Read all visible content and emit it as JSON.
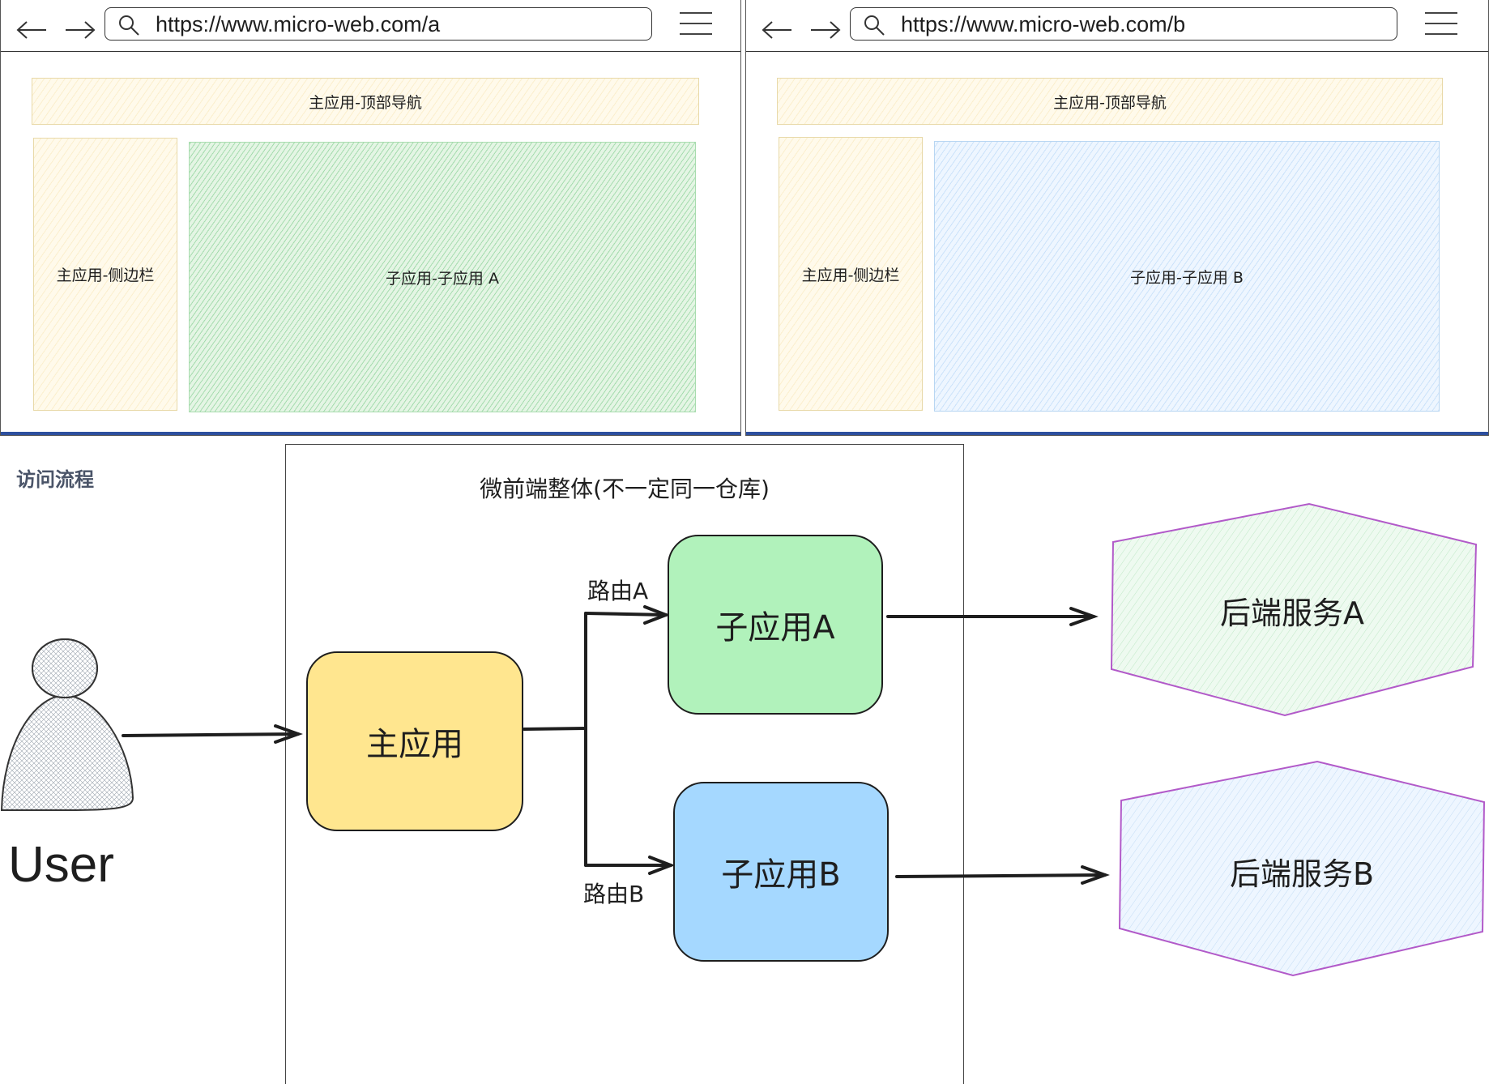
{
  "browser_a": {
    "url": "https://www.micro-web.com/a",
    "top_nav": "主应用-顶部导航",
    "sidebar": "主应用-侧边栏",
    "content": "子应用-子应用 A"
  },
  "browser_b": {
    "url": "https://www.micro-web.com/b",
    "top_nav": "主应用-顶部导航",
    "sidebar": "主应用-侧边栏",
    "content": "子应用-子应用 B"
  },
  "flow": {
    "section_title": "访问流程",
    "frame_title": "微前端整体(不一定同一仓库)",
    "user": "User",
    "main_app": "主应用",
    "sub_app_a": "子应用A",
    "sub_app_b": "子应用B",
    "route_a": "路由A",
    "route_b": "路由B",
    "backend_a": "后端服务A",
    "backend_b": "后端服务B"
  },
  "colors": {
    "main_app": "#ffe68f",
    "sub_app_a": "#b1f2bb",
    "sub_app_b": "#a5d8ff",
    "panel_yellow": "#fffaeb",
    "panel_green": "#e4f5e4",
    "panel_blue": "#eef6ff",
    "hexagon_stroke": "#b25ac9",
    "browser_bottom_bar": "#2d4f9e"
  },
  "icons": [
    "back-arrow-icon",
    "forward-arrow-icon",
    "search-icon",
    "hamburger-menu-icon",
    "user-icon"
  ]
}
